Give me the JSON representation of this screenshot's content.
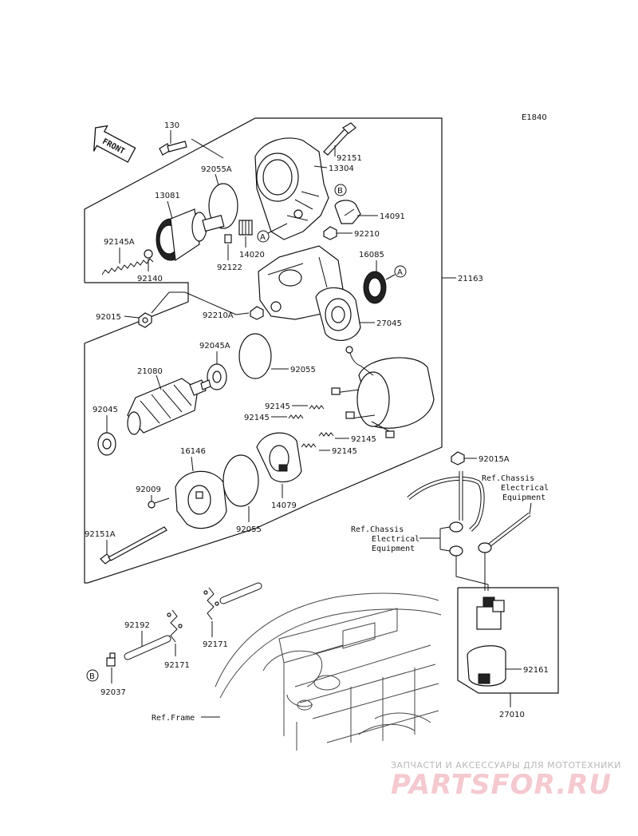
{
  "diagram_code": "E1840",
  "front_label": "FRONT",
  "callouts": {
    "a": "A",
    "b": "B"
  },
  "parts": {
    "p130": "130",
    "p92151": "92151",
    "p13304": "13304",
    "p92055A": "92055A",
    "p13081": "13081",
    "p14091": "14091",
    "p92210": "92210",
    "p14020": "14020",
    "p92122": "92122",
    "p92145A": "92145A",
    "p92140": "92140",
    "p16085": "16085",
    "p21163": "21163",
    "p92015": "92015",
    "p92210A": "92210A",
    "p27045": "27045",
    "p92045A": "92045A",
    "p21080": "21080",
    "p92055_1": "92055",
    "p92045": "92045",
    "p92145_1": "92145",
    "p92145_2": "92145",
    "p92145_3": "92145",
    "p92145_4": "92145",
    "p16146": "16146",
    "p92009": "92009",
    "p14079": "14079",
    "p92055_2": "92055",
    "p92151A": "92151A",
    "p92015A": "92015A",
    "p92192": "92192",
    "p92171_1": "92171",
    "p92171_2": "92171",
    "p92037": "92037",
    "p92161": "92161",
    "p27010": "27010"
  },
  "references": {
    "chassis_right_1": "Ref.Chassis",
    "chassis_right_2": "Electrical",
    "chassis_right_3": "Equipment",
    "chassis_left_1": "Ref.Chassis",
    "chassis_left_2": "Electrical",
    "chassis_left_3": "Equipment",
    "frame": "Ref.Frame"
  },
  "watermark": {
    "tagline": "ЗАПЧАСТИ И АКСЕССУАРЫ ДЛЯ МОТОТЕХНИКИ",
    "brand": "PARTSFOR.RU"
  }
}
